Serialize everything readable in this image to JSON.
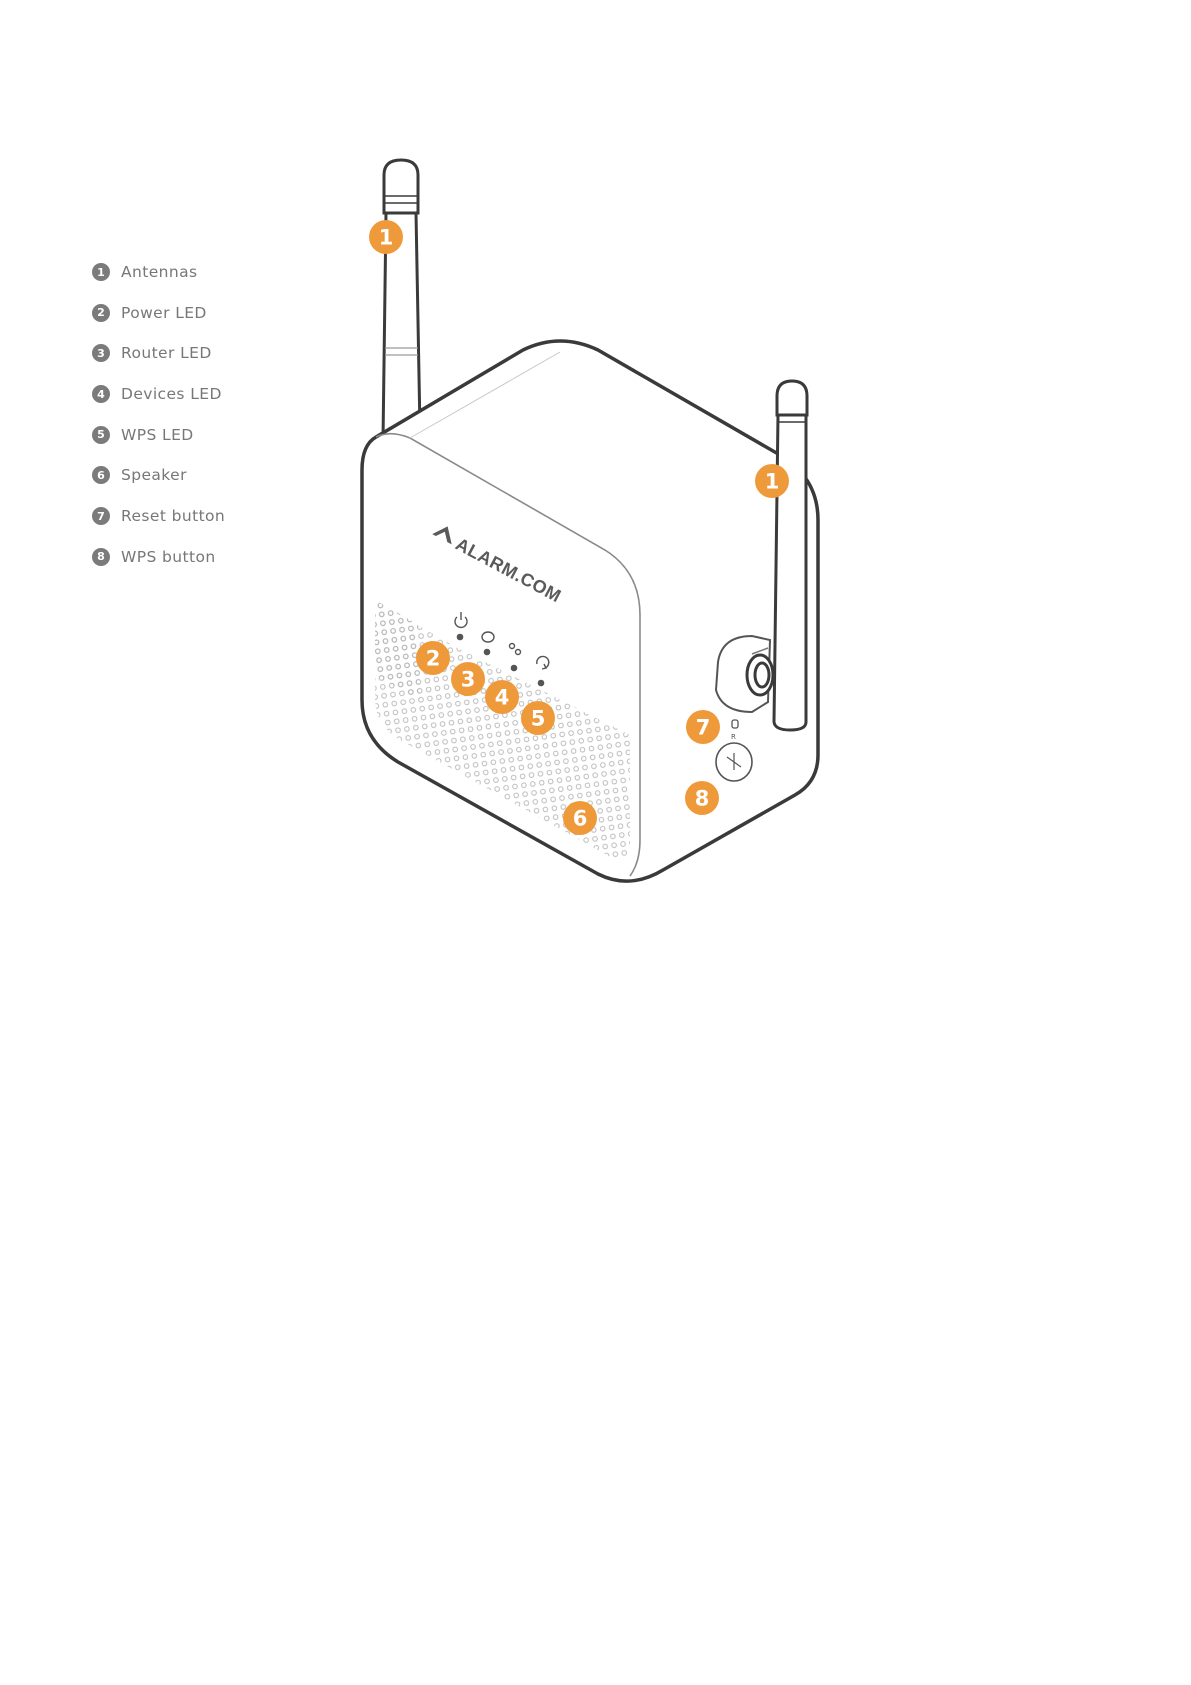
{
  "legend": [
    {
      "num": "1",
      "label": "Antennas"
    },
    {
      "num": "2",
      "label": "Power LED"
    },
    {
      "num": "3",
      "label": "Router LED"
    },
    {
      "num": "4",
      "label": "Devices LED"
    },
    {
      "num": "5",
      "label": "WPS LED"
    },
    {
      "num": "6",
      "label": "Speaker"
    },
    {
      "num": "7",
      "label": "Reset button"
    },
    {
      "num": "8",
      "label": "WPS button"
    }
  ],
  "device": {
    "brand": "ALARM.COM",
    "callouts": [
      {
        "num": "1",
        "target": "antenna-left"
      },
      {
        "num": "1",
        "target": "antenna-right"
      },
      {
        "num": "2",
        "target": "power-led"
      },
      {
        "num": "3",
        "target": "router-led"
      },
      {
        "num": "4",
        "target": "devices-led"
      },
      {
        "num": "5",
        "target": "wps-led"
      },
      {
        "num": "6",
        "target": "speaker"
      },
      {
        "num": "7",
        "target": "reset-button"
      },
      {
        "num": "8",
        "target": "wps-button"
      }
    ]
  },
  "colors": {
    "callout": "#ef9a3a",
    "legend_circle": "#7b7b7b",
    "legend_text": "#777777",
    "outline": "#3a3a3a",
    "brand": "#5a5a5a"
  }
}
